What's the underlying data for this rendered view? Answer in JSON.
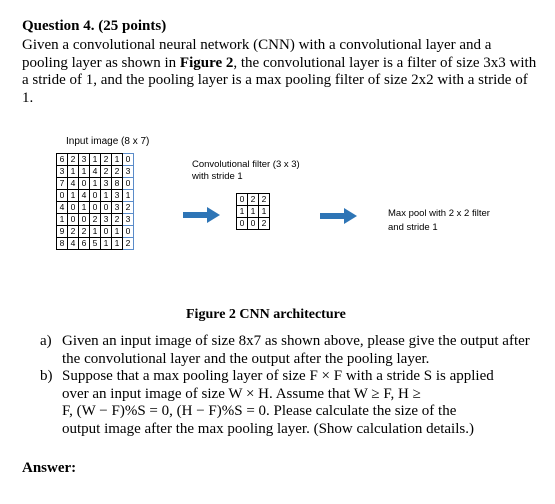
{
  "question_title": "Question 4. (25 points)",
  "intro": {
    "part1": "Given a convolutional neural network (CNN) with a convolutional layer and a pooling layer as shown in ",
    "figref": "Figure 2",
    "part2": ", the convolutional layer is a filter of size 3x3 with a stride of 1, and the pooling layer is a max pooling filter of size 2x2 with a stride of 1."
  },
  "figure": {
    "input_label": "Input image (8 x 7)",
    "input_grid": [
      [
        "6",
        "2",
        "3",
        "1",
        "2",
        "1",
        "0"
      ],
      [
        "3",
        "1",
        "1",
        "4",
        "2",
        "2",
        "3"
      ],
      [
        "7",
        "4",
        "0",
        "1",
        "3",
        "8",
        "0"
      ],
      [
        "0",
        "1",
        "4",
        "0",
        "1",
        "3",
        "1"
      ],
      [
        "4",
        "0",
        "1",
        "0",
        "0",
        "3",
        "2"
      ],
      [
        "1",
        "0",
        "0",
        "2",
        "3",
        "2",
        "3"
      ],
      [
        "9",
        "2",
        "2",
        "1",
        "0",
        "1",
        "0"
      ],
      [
        "8",
        "4",
        "6",
        "5",
        "1",
        "1",
        "2"
      ]
    ],
    "conv_label_line1": "Convolutional filter (3 x 3)",
    "conv_label_line2": "with stride 1",
    "filter_grid": [
      [
        "0",
        "2",
        "2"
      ],
      [
        "1",
        "1",
        "1"
      ],
      [
        "0",
        "0",
        "2"
      ]
    ],
    "pool_label_line1": "Max pool with 2 x 2 filter",
    "pool_label_line2": "and stride 1",
    "caption": "Figure 2 CNN architecture",
    "arrow_color": "#2e75b6"
  },
  "questions": [
    {
      "mark": "a)",
      "text": "Given an input image of size 8x7 as shown above, please give the output after the convolutional layer and the output after the pooling layer."
    },
    {
      "mark": "b)",
      "line1": "Suppose that a max pooling layer of size F × F with a stride S is applied",
      "line2": "over an input image of size W × H. Assume that W ≥ F, H ≥",
      "line3": "F, (W − F)%S = 0, (H − F)%S = 0. Please calculate the size of the",
      "line4": "output image after the max pooling layer. (Show calculation details.)"
    }
  ],
  "answer_label": "Answer:"
}
